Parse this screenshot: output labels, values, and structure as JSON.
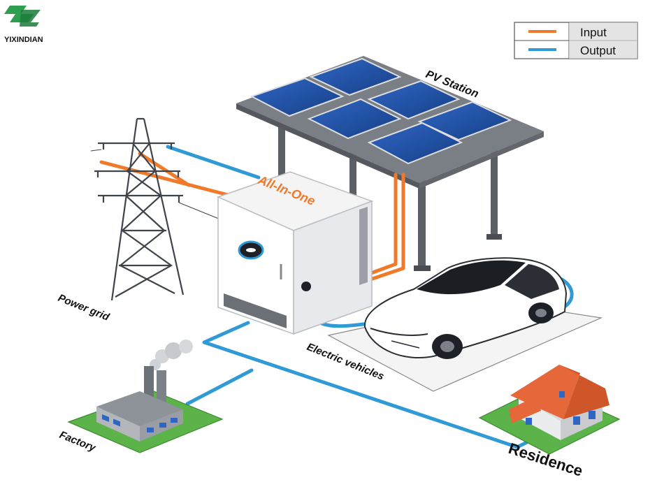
{
  "brand": {
    "logo_letters": "YZ",
    "name": "YIXINDIAN"
  },
  "legend": {
    "items": [
      {
        "label": "Input",
        "color": "#f07a2a"
      },
      {
        "label": "Output",
        "color": "#2f9ad6"
      }
    ]
  },
  "cabinet": {
    "title": "All-In-One"
  },
  "labels": {
    "pv_station": "PV Station",
    "power_grid": "Power grid",
    "electric_vehicles": "Electric vehicles",
    "factory": "Factory",
    "residence": "Residence"
  },
  "colors": {
    "input_line": "#f07a2a",
    "output_line": "#2f9ad6",
    "brand_green": "#2e9e4f",
    "roof_orange": "#e5673a",
    "grass": "#5bb34a",
    "panel_blue": "#1f4fa0"
  },
  "icons": [
    "transmission-tower-icon",
    "solar-panel-icon",
    "battery-cabinet-icon",
    "electric-car-icon",
    "factory-icon",
    "house-icon"
  ]
}
